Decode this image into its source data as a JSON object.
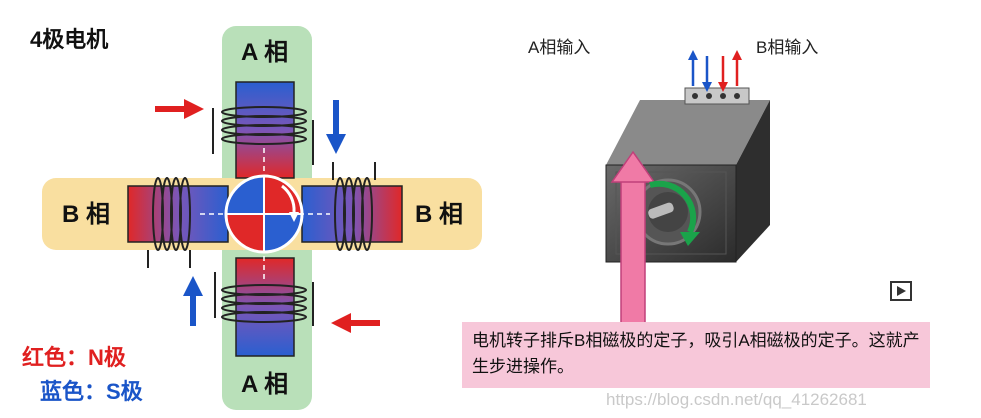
{
  "title": "4极电机",
  "phase_a": "A 相",
  "phase_b": "B 相",
  "legend": {
    "red": "红色：N极",
    "blue": "蓝色：S极"
  },
  "inputs": {
    "a": "A相输入",
    "b": "B相输入"
  },
  "note": "电机转子排斥B相磁极的定子，吸引A相磁极的定子。这就产生步进操作。",
  "watermark": "https://blog.csdn.net/qq_41262681",
  "colors": {
    "north": "#e02020",
    "south": "#1a55c8",
    "phase_a_bg": "#b9e0b9",
    "phase_b_bg": "#f9dfa0",
    "note_bg": "#f7c7d9",
    "rotor_arrow": "#1aa34a",
    "pink_arrow": "#f07aa6"
  },
  "icons": [
    "red-arrow-icon",
    "blue-arrow-icon",
    "rotation-arrow-icon",
    "play-icon"
  ]
}
